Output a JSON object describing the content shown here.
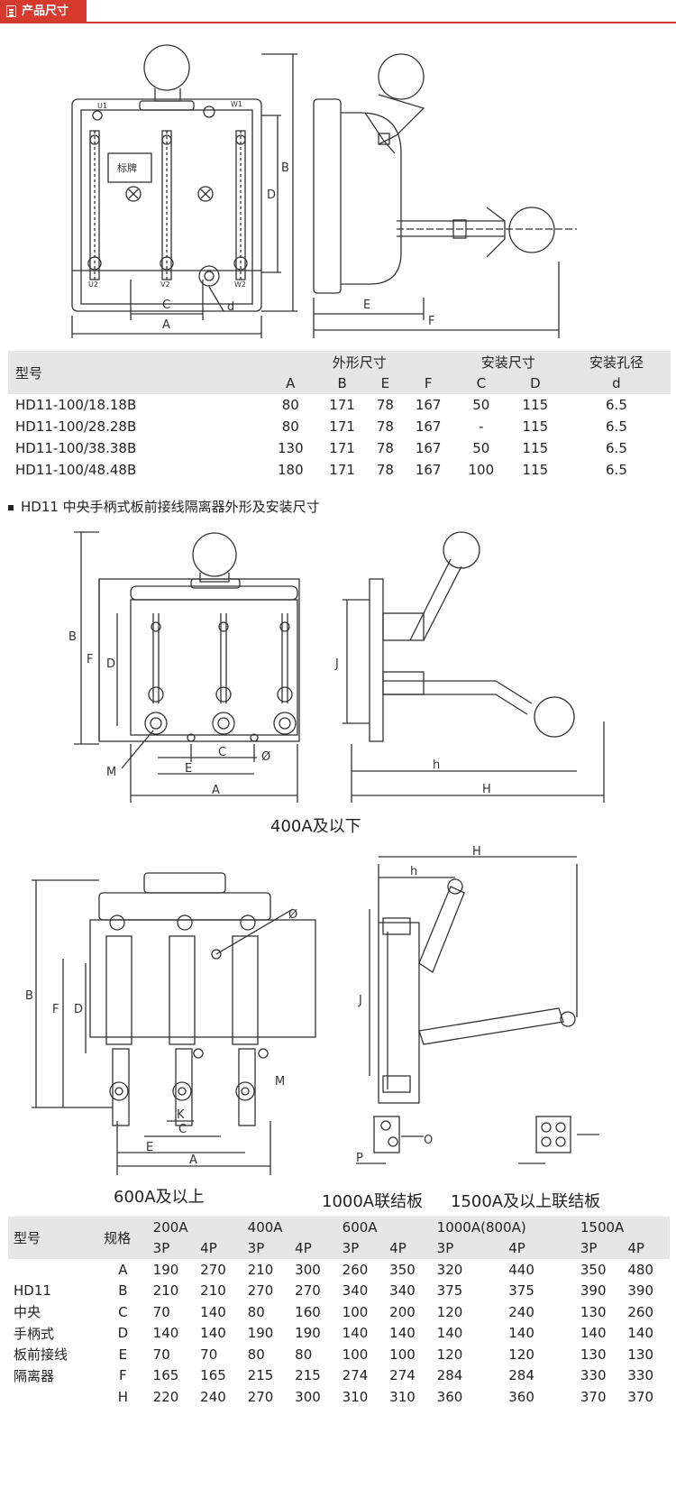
{
  "header": {
    "title": "产品尺寸",
    "icon": "document-icon",
    "accent": "#d63a2f"
  },
  "fig1": {
    "front_labels": [
      "U1",
      "W1",
      "U2",
      "V2",
      "W2",
      "A",
      "B",
      "C",
      "D",
      "d"
    ],
    "nameplate": "标牌",
    "side_labels": [
      "E",
      "F"
    ]
  },
  "table1": {
    "col_model": "型号",
    "group_outer": "外形尺寸",
    "group_mount": "安装尺寸",
    "group_hole": "安装孔径",
    "sub_headers": [
      "A",
      "B",
      "E",
      "F",
      "C",
      "D",
      "d"
    ],
    "rows": [
      {
        "model": "HD11-100/18.18B",
        "values": [
          "80",
          "171",
          "78",
          "167",
          "50",
          "115",
          "6.5"
        ]
      },
      {
        "model": "HD11-100/28.28B",
        "values": [
          "80",
          "171",
          "78",
          "167",
          "-",
          "115",
          "6.5"
        ]
      },
      {
        "model": "HD11-100/38.38B",
        "values": [
          "130",
          "171",
          "78",
          "167",
          "50",
          "115",
          "6.5"
        ]
      },
      {
        "model": "HD11-100/48.48B",
        "values": [
          "180",
          "171",
          "78",
          "167",
          "100",
          "115",
          "6.5"
        ]
      }
    ]
  },
  "caption": "HD11 中央手柄式板前接线隔离器外形及安装尺寸",
  "fig2": {
    "labels": [
      "B",
      "F",
      "D",
      "M",
      "C",
      "E",
      "A",
      "Ø",
      "J",
      "h",
      "H"
    ]
  },
  "fig3": {
    "labels": [
      "Ø",
      "B",
      "F",
      "D",
      "M",
      "K",
      "C",
      "E",
      "A",
      "H",
      "h",
      "J",
      "O",
      "P"
    ]
  },
  "figure_labels": {
    "le400": "400A及以下",
    "ge600": "600A及以上",
    "link1000": "1000A联结板",
    "link1500": "1500A及以上联结板"
  },
  "table2": {
    "col_model": "型号",
    "col_spec": "规格",
    "currents": [
      "200A",
      "400A",
      "600A",
      "1000A(800A)",
      "1500A"
    ],
    "poles": [
      "3P",
      "4P",
      "3P",
      "4P",
      "3P",
      "4P",
      "3P",
      "4P",
      "3P",
      "4P"
    ],
    "model_lines": [
      "HD11",
      "中央",
      "手柄式",
      "板前接线",
      "隔离器"
    ],
    "rows": [
      {
        "spec": "A",
        "values": [
          "190",
          "270",
          "210",
          "300",
          "260",
          "350",
          "320",
          "440",
          "350",
          "480"
        ]
      },
      {
        "spec": "B",
        "values": [
          "210",
          "210",
          "270",
          "270",
          "340",
          "340",
          "375",
          "375",
          "390",
          "390"
        ]
      },
      {
        "spec": "C",
        "values": [
          "70",
          "140",
          "80",
          "160",
          "100",
          "200",
          "120",
          "240",
          "130",
          "260"
        ]
      },
      {
        "spec": "D",
        "values": [
          "140",
          "140",
          "190",
          "190",
          "140",
          "140",
          "140",
          "140",
          "140",
          "140"
        ]
      },
      {
        "spec": "E",
        "values": [
          "70",
          "70",
          "80",
          "80",
          "100",
          "100",
          "120",
          "120",
          "130",
          "130"
        ]
      },
      {
        "spec": "F",
        "values": [
          "165",
          "165",
          "215",
          "215",
          "274",
          "274",
          "284",
          "284",
          "330",
          "330"
        ]
      },
      {
        "spec": "H",
        "values": [
          "220",
          "240",
          "270",
          "300",
          "310",
          "310",
          "360",
          "360",
          "370",
          "370"
        ]
      }
    ]
  }
}
